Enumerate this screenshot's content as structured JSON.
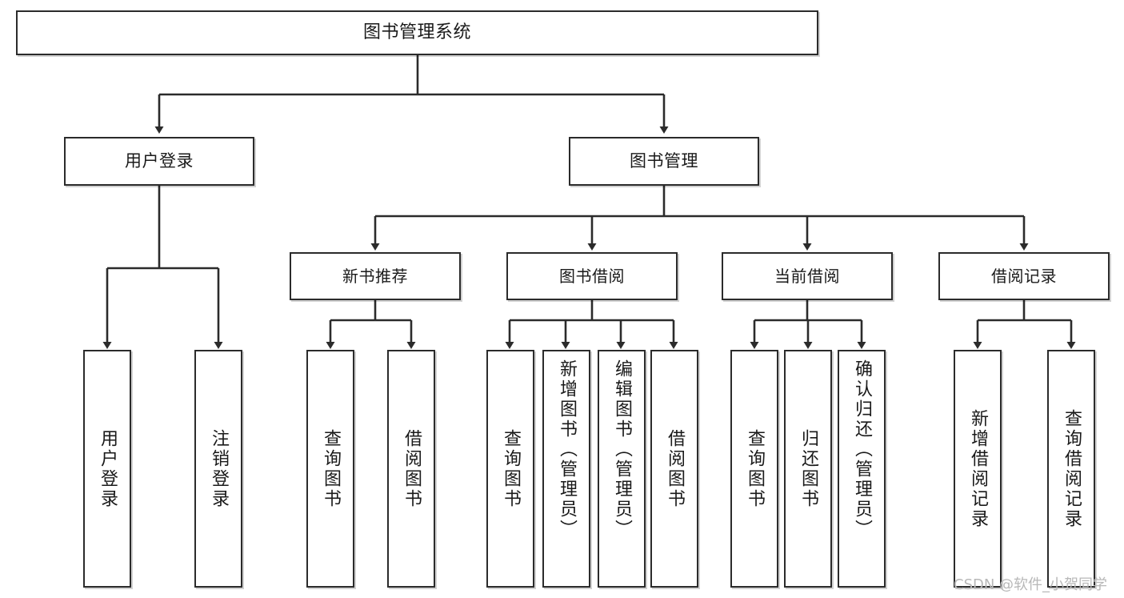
{
  "diagram": {
    "title": "图书管理系统",
    "type": "tree-hierarchy-diagram",
    "colors": {
      "stroke": "#2b2b2b",
      "fill": "#ffffff",
      "text": "#1a1a1a",
      "watermark": "#b8b8b8"
    },
    "nodes": {
      "root": {
        "label": "图书管理系统"
      },
      "level2": [
        {
          "label": "用户登录"
        },
        {
          "label": "图书管理"
        }
      ],
      "level3": [
        {
          "label": "新书推荐"
        },
        {
          "label": "图书借阅"
        },
        {
          "label": "当前借阅"
        },
        {
          "label": "借阅记录"
        }
      ],
      "leaves": {
        "user_login": [
          {
            "label": "用户登录"
          },
          {
            "label": "注销登录"
          }
        ],
        "new_book_recommend": [
          {
            "label": "查询图书"
          },
          {
            "label": "借阅图书"
          }
        ],
        "book_borrow": [
          {
            "label": "查询图书"
          },
          {
            "label": "新增图书（管理员）"
          },
          {
            "label": "编辑图书（管理员）"
          },
          {
            "label": "借阅图书"
          }
        ],
        "current_borrow": [
          {
            "label": "查询图书"
          },
          {
            "label": "归还图书"
          },
          {
            "label": "确认归还（管理员）"
          }
        ],
        "borrow_record": [
          {
            "label": "新增借阅记录"
          },
          {
            "label": "查询借阅记录"
          }
        ]
      }
    },
    "watermark": "CSDN @软件_小贺同学"
  }
}
